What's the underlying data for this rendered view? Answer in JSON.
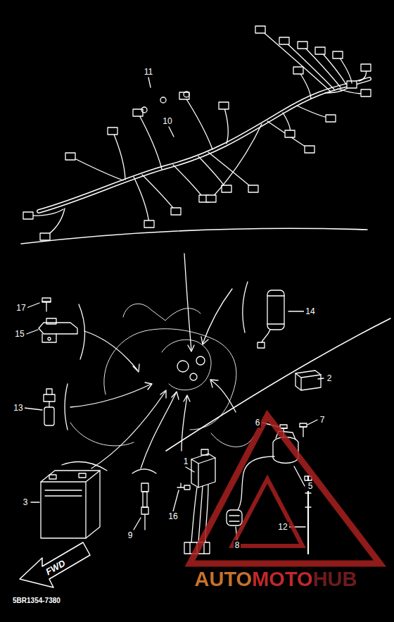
{
  "diagram": {
    "labels": [
      "11",
      "10",
      "17",
      "15",
      "14",
      "2",
      "13",
      "6",
      "7",
      "1",
      "5",
      "3",
      "16",
      "9",
      "8",
      "12",
      "FWD",
      "5BR1354-7380",
      "AUTOMOTOHUB"
    ]
  }
}
